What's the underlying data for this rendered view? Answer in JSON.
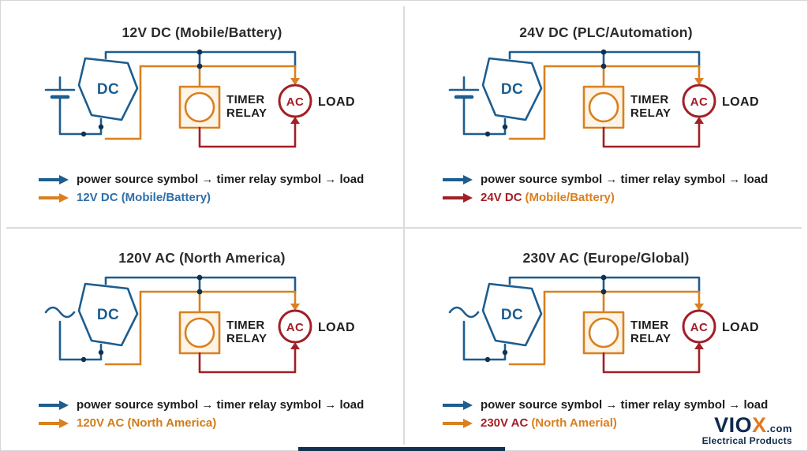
{
  "colors": {
    "wire_blue": "#1d5d8f",
    "wire_orange": "#d9801f",
    "wire_red": "#a21f26",
    "navy": "#12304f",
    "text_dark": "#1d1d1d",
    "brand_navy": "#0e2b4d",
    "brand_orange": "#e07b1f"
  },
  "quadrants": [
    {
      "title": "12V DC (Mobile/Battery)",
      "source": {
        "type": "dc",
        "label": "DC"
      },
      "relay": {
        "line1": "TIMER",
        "line2": "RELAY"
      },
      "load": {
        "symbol": "AC",
        "label": "LOAD"
      },
      "legend1": {
        "arrow": "#1d5d8f",
        "text": "power source symbol → timer relay symbol → load",
        "color": "#1d1d1d"
      },
      "legend2": {
        "arrow": "#d9801f",
        "part1": "12V DC (Mobile/Battery)",
        "part1_color": "#2f6fa8",
        "part2": "",
        "part2_color": "#d9801f"
      }
    },
    {
      "title": "24V DC (PLC/Automation)",
      "source": {
        "type": "dc",
        "label": "DC"
      },
      "relay": {
        "line1": "TIMER",
        "line2": "RELAY"
      },
      "load": {
        "symbol": "AC",
        "label": "LOAD"
      },
      "legend1": {
        "arrow": "#1d5d8f",
        "text": "power source symbol → timer relay symbol → load",
        "color": "#1d1d1d"
      },
      "legend2": {
        "arrow": "#a21f26",
        "part1": "24V DC",
        "part1_color": "#a21f26",
        "part2": "(Mobile/Battery)",
        "part2_color": "#d9801f"
      }
    },
    {
      "title": "120V AC (North America)",
      "source": {
        "type": "ac",
        "label": "DC"
      },
      "relay": {
        "line1": "TIMER",
        "line2": "RELAY"
      },
      "load": {
        "symbol": "AC",
        "label": "LOAD"
      },
      "legend1": {
        "arrow": "#1d5d8f",
        "text": "power source symbol → timer relay symbol → load",
        "color": "#1d1d1d"
      },
      "legend2": {
        "arrow": "#d9801f",
        "part1": "120V AC (North America)",
        "part1_color": "#cf7c1b",
        "part2": "",
        "part2_color": "#d9801f"
      }
    },
    {
      "title": "230V AC (Europe/Global)",
      "source": {
        "type": "ac",
        "label": "DC"
      },
      "relay": {
        "line1": "TIMER",
        "line2": "RELAY"
      },
      "load": {
        "symbol": "AC",
        "label": "LOAD"
      },
      "legend1": {
        "arrow": "#1d5d8f",
        "text": "power source symbol → timer relay symbol → load",
        "color": "#1d1d1d"
      },
      "legend2": {
        "arrow": "#d9801f",
        "part1": "230V AC",
        "part1_color": "#a21f26",
        "part2": "(North Amerial)",
        "part2_color": "#d9801f"
      }
    }
  ],
  "branding": {
    "brand_pre": "VIO",
    "brand_x": "X",
    "brand_suffix": ".com",
    "tagline": "Electrical Products"
  }
}
